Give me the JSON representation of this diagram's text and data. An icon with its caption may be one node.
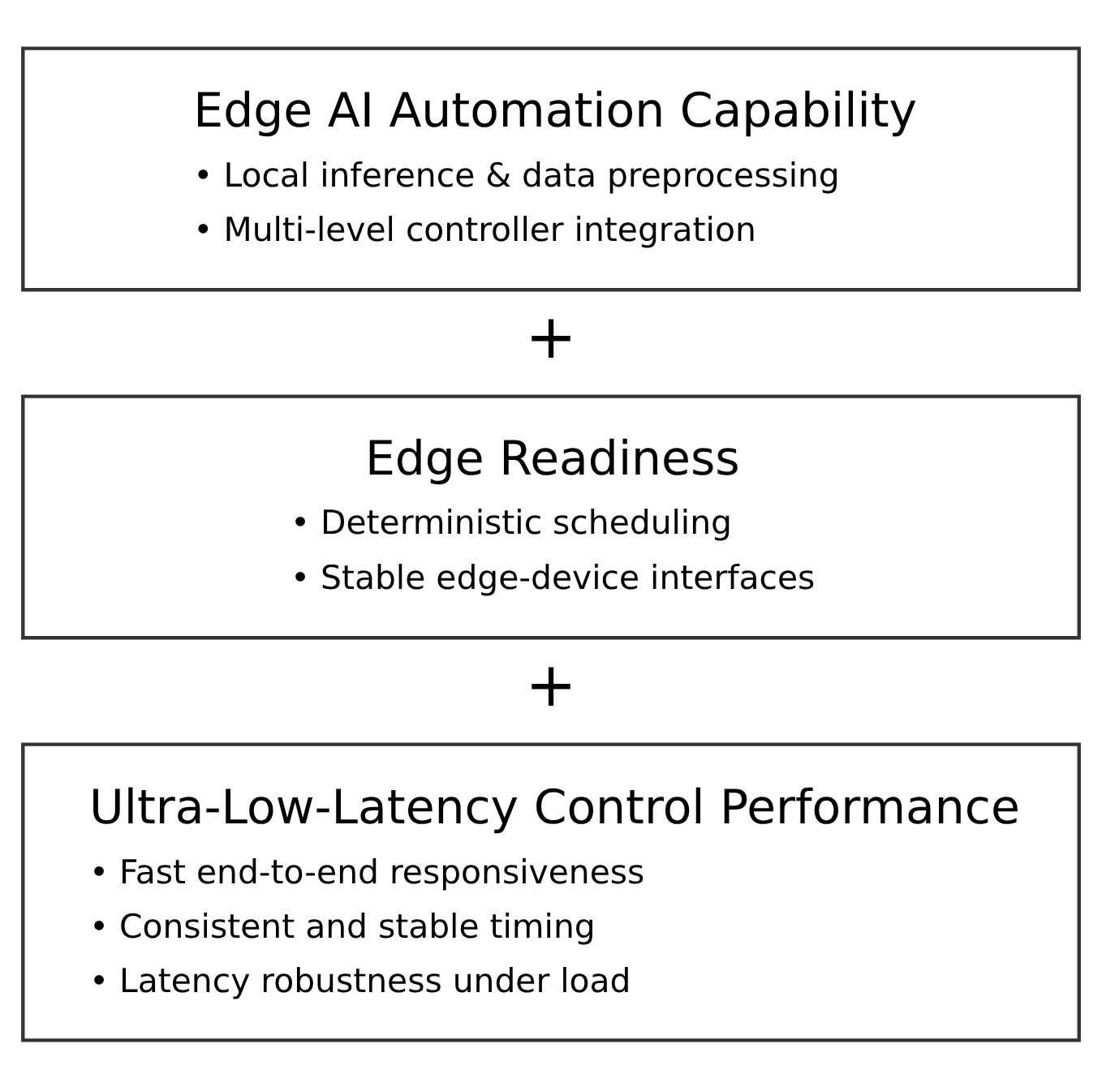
{
  "diagram": {
    "nodes": [
      {
        "text": [
          "Edge AI Automation Capability",
          "• Local inference & data preprocessing",
          "• Multi-level controller integration"
        ]
      },
      {
        "text": [
          "Edge Readiness",
          "• Deterministic scheduling",
          "• Stable edge-device interfaces"
        ]
      },
      {
        "text": [
          "Ultra-Low-Latency Control Performance",
          "• Fast end-to-end responsiveness",
          "• Consistent and stable timing",
          "• Latency robustness under load"
        ]
      }
    ],
    "edges": [],
    "labels": [
      "+",
      "+"
    ]
  }
}
